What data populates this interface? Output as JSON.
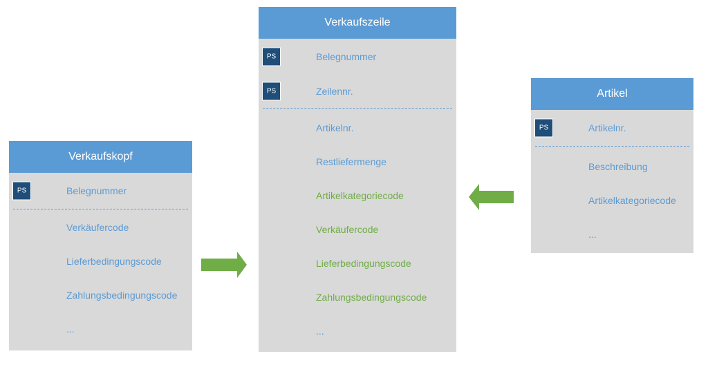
{
  "verkaufskopf": {
    "title": "Verkaufskopf",
    "key_badge": "PS",
    "key_field": "Belegnummer",
    "fields": [
      "Verkäufercode",
      "Lieferbedingungscode",
      "Zahlungsbedingungscode",
      "..."
    ]
  },
  "verkaufszeile": {
    "title": "Verkaufszeile",
    "key_badge": "PS",
    "key_fields": [
      "Belegnummer",
      "Zeilennr."
    ],
    "fields": [
      "Artikelnr.",
      "Restliefermenge"
    ],
    "inherited_fields": [
      "Artikelkategoriecode",
      "Verkäufercode",
      "Lieferbedingungscode",
      "Zahlungsbedingungscode"
    ],
    "more": "..."
  },
  "artikel": {
    "title": "Artikel",
    "key_badge": "PS",
    "key_field": "Artikelnr.",
    "fields": [
      "Beschreibung",
      "Artikelkategoriecode",
      "..."
    ]
  },
  "colors": {
    "header": "#5b9bd5",
    "body": "#d9d9d9",
    "key_badge": "#1f4e79",
    "field_text": "#5b9bd5",
    "inherited_text": "#70ad47",
    "arrow": "#70ad47"
  }
}
